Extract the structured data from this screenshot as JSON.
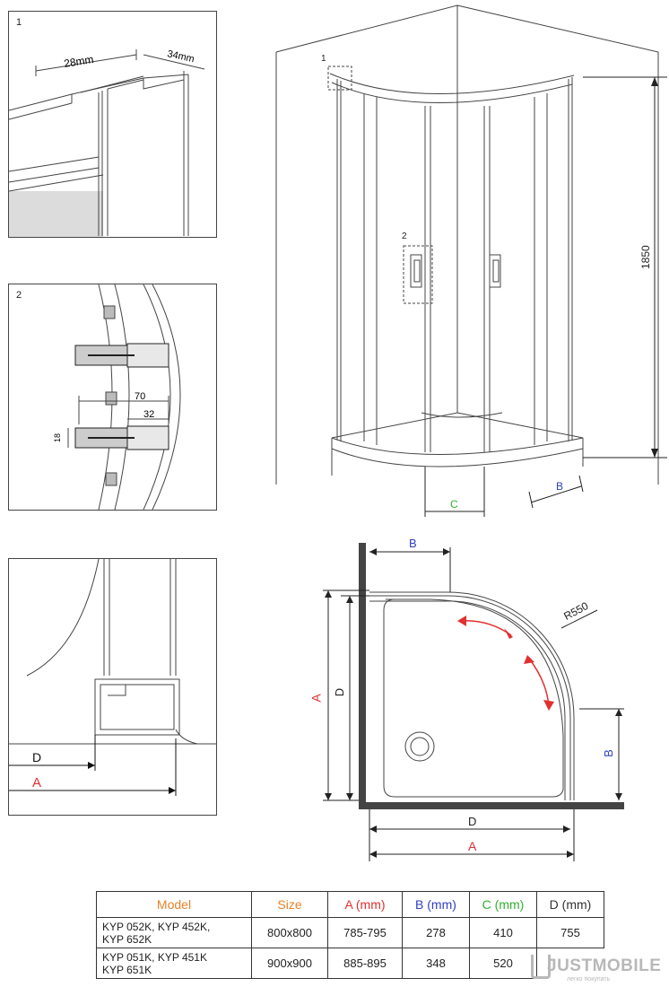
{
  "panels": {
    "p1": {
      "number": "1",
      "dim_width": "28mm",
      "dim_depth": "34mm"
    },
    "p2": {
      "number": "2",
      "dim_70": "70",
      "dim_32": "32",
      "dim_18": "18"
    },
    "p3": {
      "label_d": "D",
      "label_a": "A"
    }
  },
  "iso": {
    "callout_1": "1",
    "callout_2": "2",
    "height": "1850",
    "label_b": "B",
    "label_c": "C"
  },
  "plan": {
    "label_b_top": "B",
    "label_b_right": "B",
    "label_a_left": "A",
    "label_d_left": "D",
    "label_d_bottom": "D",
    "label_a_bottom": "A",
    "radius": "R550"
  },
  "table": {
    "headers": [
      {
        "label": "Model",
        "color": "#e8822a"
      },
      {
        "label": "Size",
        "color": "#e8822a"
      },
      {
        "label": "A (mm)",
        "color": "#e03030"
      },
      {
        "label": "B (mm)",
        "color": "#3040c0"
      },
      {
        "label": "C (mm)",
        "color": "#30b030"
      },
      {
        "label": "D (mm)",
        "color": "#333333"
      }
    ],
    "rows": [
      {
        "model_line1": "KYP 052K, KYP 452K,",
        "model_line2": "KYP 652K",
        "size": "800x800",
        "a": "785-795",
        "b": "278",
        "c": "410",
        "d": "755"
      },
      {
        "model_line1": "KYP 051K, KYP 451K",
        "model_line2": "KYP 651K",
        "size": "900x900",
        "a": "885-895",
        "b": "348",
        "c": "520",
        "d": ""
      }
    ]
  },
  "logo": {
    "text": "JUSTMOBILE",
    "sub": "легко покупать"
  },
  "colors": {
    "red": "#e03030",
    "blue": "#3040c0",
    "green": "#30b030",
    "orange": "#e8822a"
  }
}
